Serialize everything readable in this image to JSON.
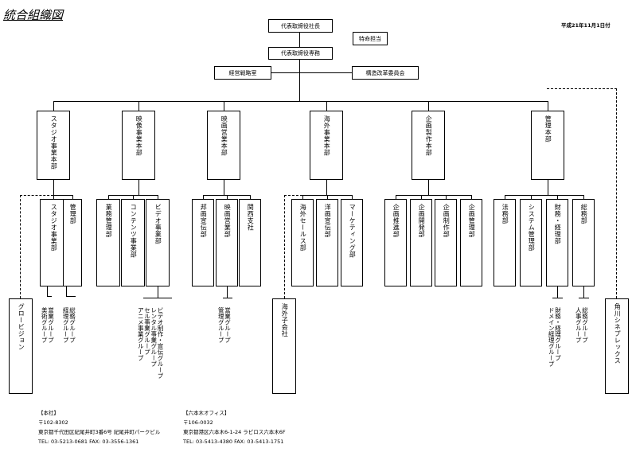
{
  "title": "統合組織図",
  "date": "平成21年11月1日付",
  "top": {
    "ceo": "代表取締役社長",
    "special": "特命担当",
    "senior": "代表取締役専務",
    "strategy": "経営戦略室",
    "reform": "構造改革委員会"
  },
  "divisions": [
    "スタジオ事業本部",
    "映像事業本部",
    "映画営業本部",
    "海外事業本部",
    "企画製作本部",
    "管理本部"
  ],
  "departments": {
    "studio": [
      "スタジオ事業部",
      "管理部"
    ],
    "video": [
      "業務管理部",
      "コンテンツ事業部",
      "ビデオ事業部"
    ],
    "film": [
      "邦画宣伝部",
      "映画営業部",
      "関西支社"
    ],
    "overseas": [
      "海外セールス部",
      "洋画宣伝部",
      "マーケティング部"
    ],
    "planning": [
      "企画推進部",
      "企画開発部",
      "企画制作部",
      "企画管理部"
    ],
    "admin": [
      "法務部",
      "システム管理部",
      "財務・経理部",
      "総務部"
    ]
  },
  "groups": {
    "studio_biz": [
      "営業グループ",
      "美術グループ"
    ],
    "studio_mgmt": [
      "総務グループ",
      "経理グループ"
    ],
    "video_biz": [
      "ビデオ制作・宣伝グループ",
      "レンタル事業グループ",
      "セル事業グループ",
      "アニメ事業グループ"
    ],
    "film_sales": [
      "営業グループ",
      "管理グループ"
    ],
    "finance": [
      "財務・経理グループ",
      "ドメイン経理グループ"
    ],
    "general": [
      "総務グループ",
      "人事グループ"
    ]
  },
  "affiliates": {
    "glovision": "グロービジョン",
    "overseas_sub": "海外子会社",
    "cineplex": "角川シネプレックス"
  },
  "offices": [
    {
      "name": "【本社】",
      "zip": "〒102-8302",
      "address": "東京都千代田区紀尾井町3番6号 紀尾井町パークビル",
      "tel": "TEL: 03-5213-0681 FAX: 03-3556-1361"
    },
    {
      "name": "【六本木オフィス】",
      "zip": "〒106-0032",
      "address": "東京都港区六本木6-1-24 ラピロス六本木6F",
      "tel": "TEL: 03-5413-4380 FAX: 03-5413-1751"
    }
  ]
}
